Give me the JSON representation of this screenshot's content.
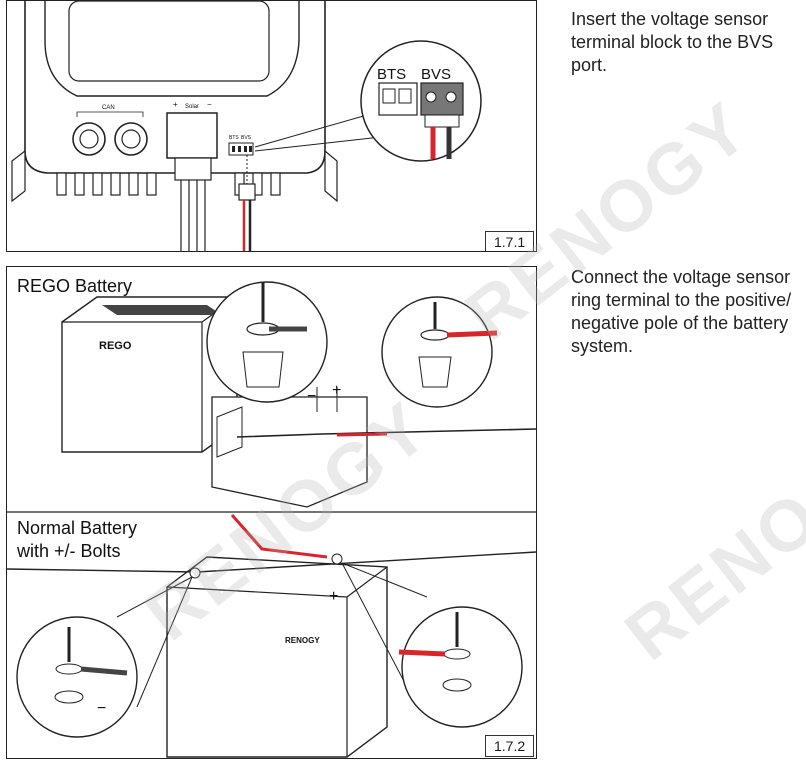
{
  "step1": {
    "caption": "Insert the voltage sensor terminal block to the BVS port.",
    "figure_no": "1.7.1",
    "port_labels": {
      "can": "CAN",
      "plus": "+",
      "solar": "Solar",
      "minus": "−",
      "bts_small": "BTS",
      "bvs_small": "BVS",
      "bts": "BTS",
      "bvs": "BVS"
    }
  },
  "step2": {
    "caption": "Connect the voltage sensor ring terminal to the positive/ negative pole of the battery system.",
    "figure_no": "1.7.2",
    "rego_label": "REGO Battery",
    "rego_brand": "REGO",
    "normal_label": "Normal Battery with +/- Bolts",
    "brand": "RENOGY",
    "minus": "−",
    "plus": "+"
  },
  "watermark": "RENOGY",
  "colors": {
    "red": "#d7262b",
    "line": "#222222",
    "gray": "#bdbdbd",
    "light": "#eeeeee"
  }
}
